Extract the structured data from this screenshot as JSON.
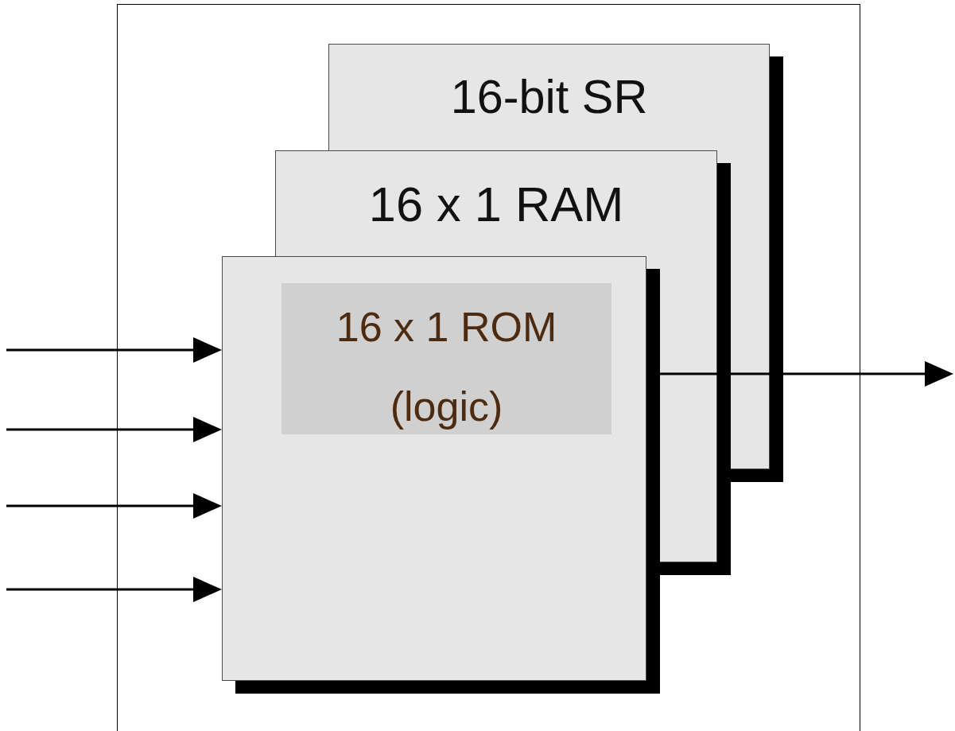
{
  "diagram": {
    "nodes": [
      {
        "text": [
          "16-bit SR"
        ]
      },
      {
        "text": [
          "16 x 1 RAM"
        ]
      },
      {
        "text": [
          "16 x 1 ROM",
          "(logic)"
        ]
      }
    ]
  }
}
